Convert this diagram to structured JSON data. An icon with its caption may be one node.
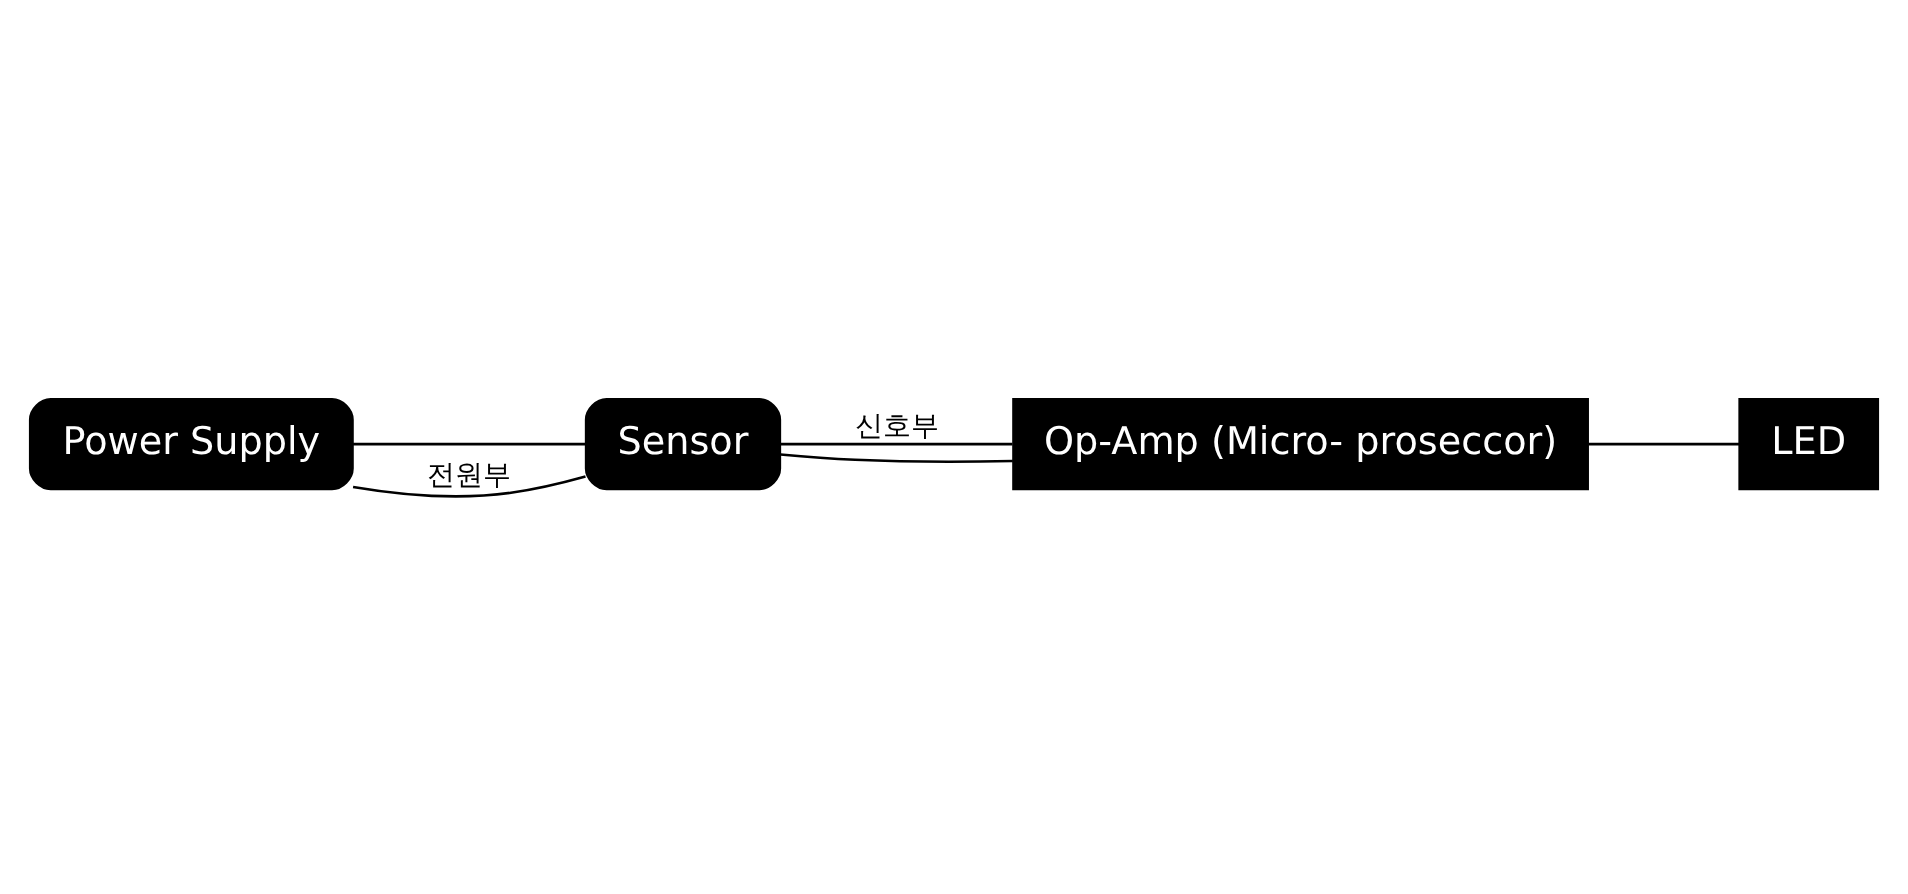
{
  "diagram": {
    "nodes": [
      {
        "text": [
          "Power Supply"
        ]
      },
      {
        "text": [
          "Sensor"
        ]
      },
      {
        "text": [
          "Op-Amp (Micro- proseccor)"
        ]
      },
      {
        "text": [
          "LED"
        ]
      }
    ],
    "edges": [
      {
        "from": 1,
        "to": 2,
        "arrow": "none",
        "label": "신호부"
      },
      {
        "from": 1,
        "to": 2,
        "arrow": "none"
      },
      {
        "from": 2,
        "to": 3,
        "arrow": "none"
      },
      {
        "from": 0,
        "to": 1,
        "arrow": "none"
      },
      {
        "from": 0,
        "to": 1,
        "arrow": "none",
        "label": "전원부"
      }
    ]
  }
}
